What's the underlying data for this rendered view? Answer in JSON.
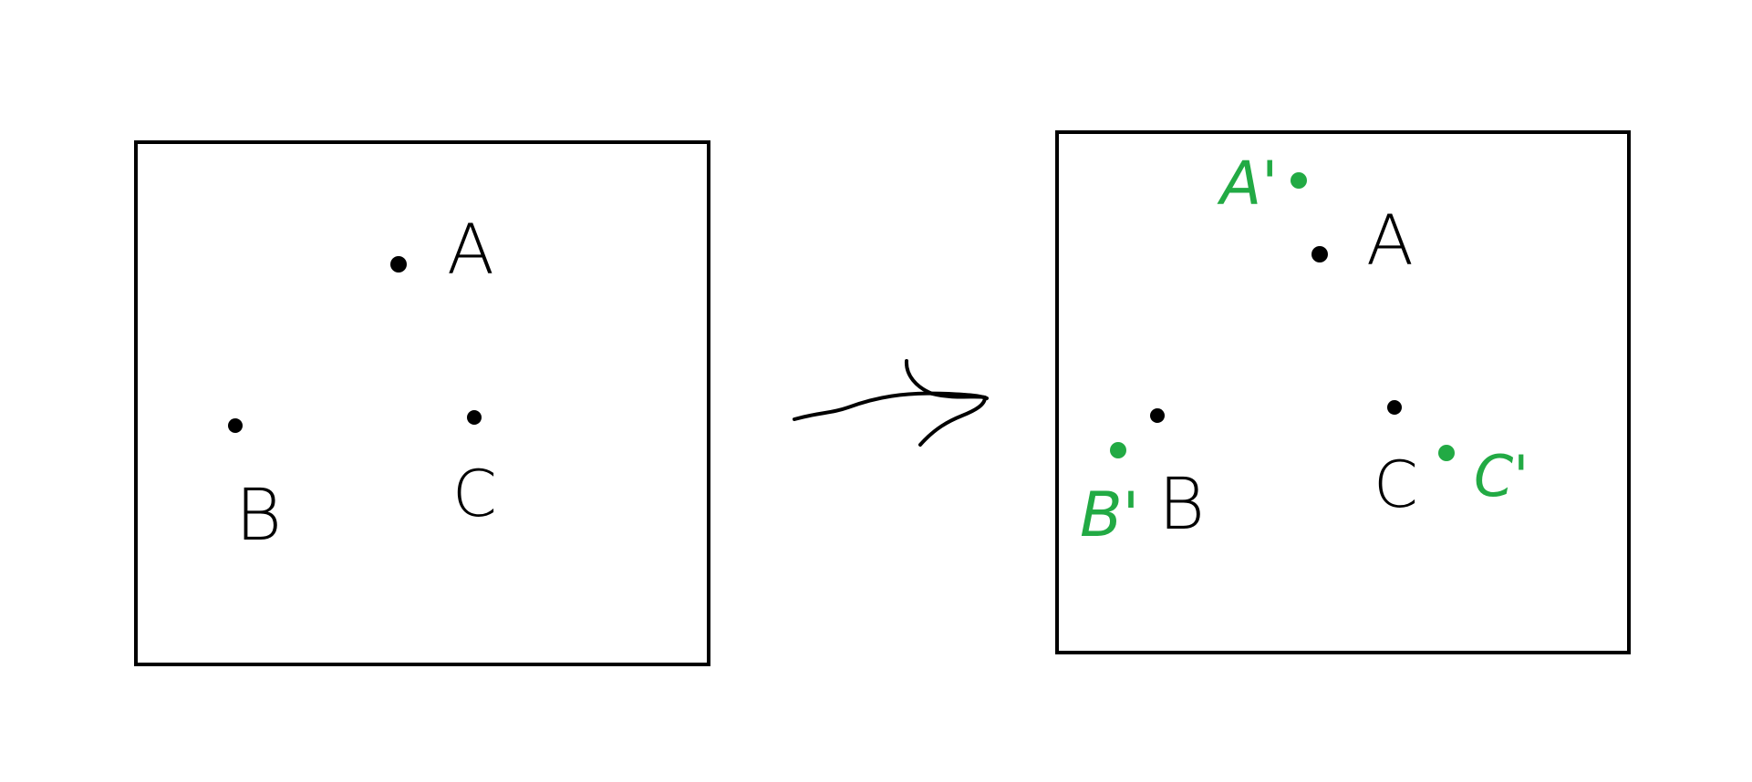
{
  "colors": {
    "ink": "#000000",
    "transformed": "#22aa44",
    "background": "#ffffff"
  },
  "before_panel": {
    "points": [
      {
        "label": "A"
      },
      {
        "label": "B"
      },
      {
        "label": "C"
      }
    ]
  },
  "transition": {
    "icon": "arrow-right-icon"
  },
  "after_panel": {
    "original_points": [
      {
        "label": "A"
      },
      {
        "label": "B"
      },
      {
        "label": "C"
      }
    ],
    "transformed_points": [
      {
        "label": "A'"
      },
      {
        "label": "B'"
      },
      {
        "label": "C'"
      }
    ]
  }
}
